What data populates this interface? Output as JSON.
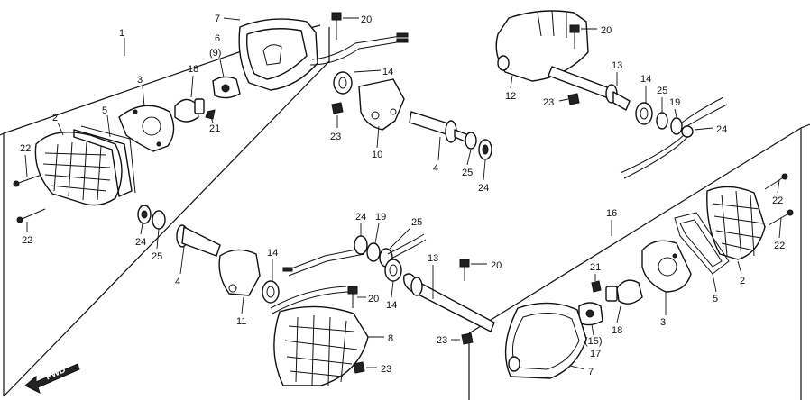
{
  "labels": {
    "l1": "1",
    "l2a": "2",
    "l3a": "3",
    "l5a": "5",
    "l6": "6",
    "l9": "(9)",
    "l7a": "7",
    "l18a": "18",
    "l21a": "21",
    "l22a": "22",
    "l22b": "22",
    "l20a": "20",
    "l14a": "14",
    "l23a": "23",
    "l10": "10",
    "l4a": "4",
    "l25a": "25",
    "l24a": "24",
    "l20b": "20",
    "l12": "12",
    "l13a": "13",
    "l14b": "14",
    "l25b": "25",
    "l19a": "19",
    "l23b": "23",
    "l24b": "24",
    "l16": "16",
    "l22c": "22",
    "l22d": "22",
    "l2b": "2",
    "l5b": "5",
    "l3b": "3",
    "l21b": "21",
    "l18b": "18",
    "l15": "(15)",
    "l17": "17",
    "l7b": "7",
    "l24c": "24",
    "l25c": "25",
    "l4b": "4",
    "l11": "11",
    "l14c": "14",
    "l24d": "24",
    "l19b": "19",
    "l25d": "25",
    "l13b": "13",
    "l14d": "14",
    "l20c": "20",
    "l20d": "20",
    "l8": "8",
    "l23c": "23",
    "l23d": "23"
  },
  "fwd_label": "FWD"
}
